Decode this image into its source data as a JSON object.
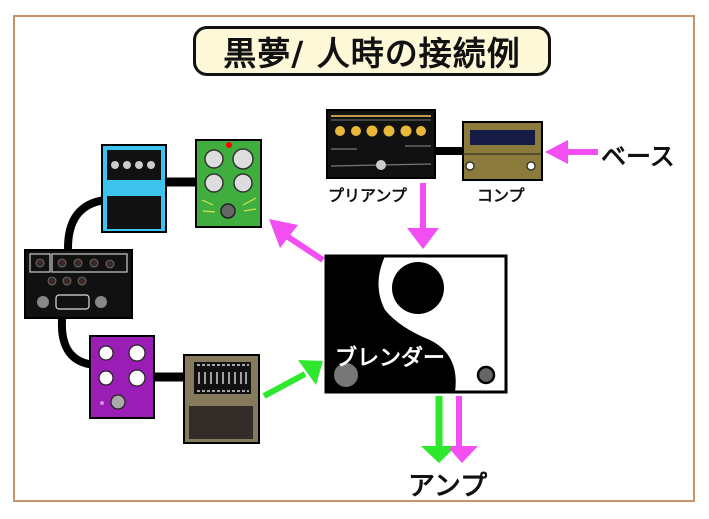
{
  "title": "黒夢/ 人時の接続例",
  "labels": {
    "preamp": "プリアンプ",
    "comp": "コンプ",
    "bass": "ベース",
    "blender": "ブレンダー",
    "amp": "アンプ"
  },
  "colors": {
    "frame": "#c8956b",
    "title_bg": "#fcf8d8",
    "magenta_arrow": "#f24ef2",
    "green_arrow": "#2ee82e",
    "blue_pedal": "#3ec3ef",
    "green_pedal": "#3fae3f",
    "purple_pedal": "#9a1db5",
    "tan_pedal": "#857a5c",
    "comp_pedal": "#8a7a3c",
    "knob_gold": "#e8b83a"
  },
  "nodes": [
    {
      "id": "preamp",
      "label_key": "preamp"
    },
    {
      "id": "comp",
      "label_key": "comp"
    },
    {
      "id": "blender",
      "label_key": "blender"
    },
    {
      "id": "blue-pedal"
    },
    {
      "id": "green-pedal"
    },
    {
      "id": "multi-unit"
    },
    {
      "id": "purple-pedal"
    },
    {
      "id": "eq-pedal"
    },
    {
      "id": "amp",
      "label_key": "amp"
    }
  ]
}
